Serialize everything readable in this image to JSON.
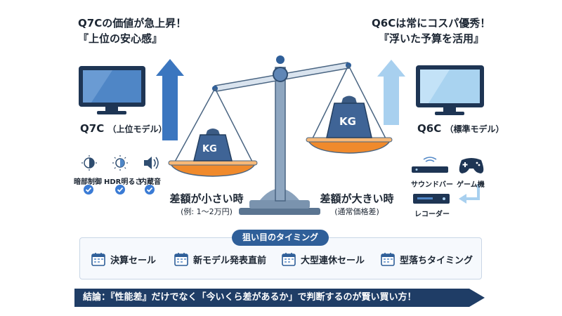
{
  "left_tv": {
    "headline_line1": "Q7Cの価値が急上昇！",
    "headline_line2": "『上位の安心感』",
    "model": "Q7C",
    "model_note": "（上位モデル）"
  },
  "right_tv": {
    "headline_line1": "Q6Cは常にコスパ優秀！",
    "headline_line2": "『浮いた予算を活用』",
    "model": "Q6C",
    "model_note": "（標準モデル）"
  },
  "features": [
    {
      "label": "暗部制御",
      "icon": "contrast-icon",
      "checked": true
    },
    {
      "label": "HDR明るさ",
      "icon": "brightness-icon",
      "checked": true
    },
    {
      "label": "内蔵音",
      "icon": "speaker-icon",
      "checked": true
    }
  ],
  "devices": [
    {
      "label": "サウンドバー",
      "icon": "soundbar-icon"
    },
    {
      "label": "ゲーム機",
      "icon": "gamepad-icon"
    },
    {
      "label": "レコーダー",
      "icon": "recorder-icon"
    }
  ],
  "scale": {
    "left_weight": "KG",
    "right_weight": "KG",
    "small_diff_main": "差額が小さい時",
    "small_diff_sub": "(例: 1～2万円)",
    "large_diff_main": "差額が大きい時",
    "large_diff_sub": "(通常価格差)"
  },
  "timing": {
    "title": "狙い目のタイミング",
    "items": [
      "決算セール",
      "新モデル発表直前",
      "大型連休セール",
      "型落ちタイミング"
    ]
  },
  "conclusion": "結論：『性能差』だけでなく「今いくら差があるか」で判断するのが賢い買い方！",
  "colors": {
    "dark_blue": "#2f5f99",
    "mid_blue": "#4f86c6",
    "light_blue": "#a8d0ef",
    "orange": "#f08a2c",
    "navy_banner": "#1f3d66"
  }
}
